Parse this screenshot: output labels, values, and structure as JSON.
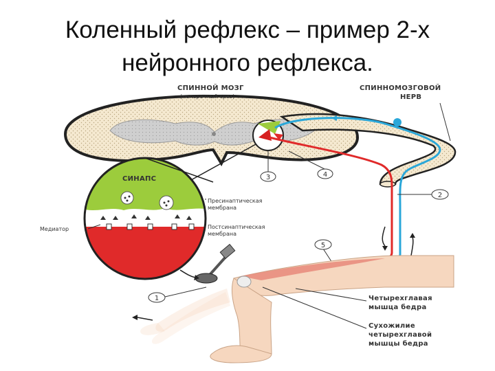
{
  "title": {
    "line1": "Коленный рефлекс – пример 2-х",
    "line2": "нейронного рефлекса."
  },
  "labels": {
    "spinal_cord": "СПИННОЙ МОЗГ",
    "cross_section": "(поперечный срез)",
    "spinal_nerve_1": "СПИННОМОЗГОВОЙ",
    "spinal_nerve_2": "НЕРВ",
    "synapse": "СИНАПС",
    "presynaptic_1": "Пресинаптическая",
    "presynaptic_2": "мембрана",
    "postsynaptic_1": "Постсинаптическая",
    "postsynaptic_2": "мембрана",
    "mediator": "Медиатор",
    "quadriceps_1": "Четырехглавая",
    "quadriceps_2": "мышца бедра",
    "tendon_1": "Сухожилие",
    "tendon_2": "четырехглавой",
    "tendon_3": "мышцы бедра"
  },
  "numbers": {
    "n1": "1",
    "n2": "2",
    "n3": "3",
    "n4": "4",
    "n5": "5"
  },
  "colors": {
    "sensory": "#2aa7d9",
    "motor": "#e02a2a",
    "gray_matter": "#c9c9c9",
    "white_matter": "#f3e6cc",
    "synapse_green": "#9ccc3c"
  }
}
